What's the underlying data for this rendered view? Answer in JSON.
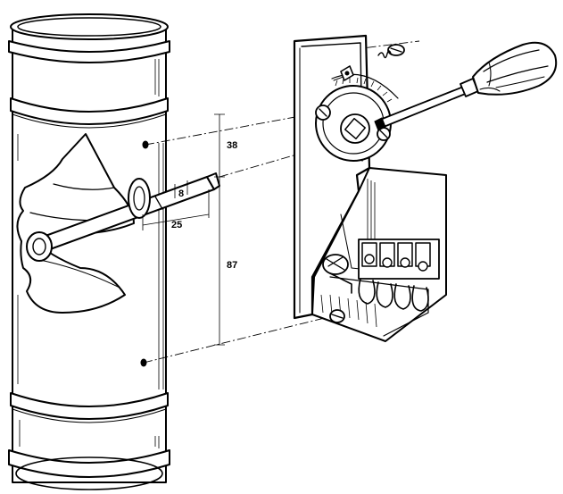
{
  "dimensions": {
    "hole_spacing_upper": "38",
    "hole_spacing_lower": "87",
    "shaft_square": "8",
    "shaft_length": "25"
  }
}
